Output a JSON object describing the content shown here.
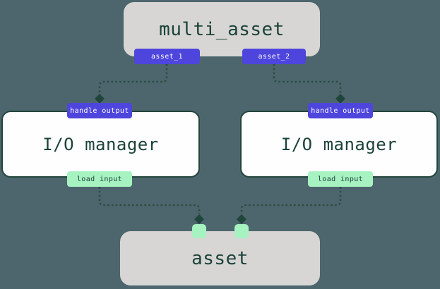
{
  "diagram": {
    "colors": {
      "background": "#4d666e",
      "node_gray_fill": "#d7d6d4",
      "node_white_fill": "#fdfefd",
      "dark_green_text": "#1c423a",
      "border_and_edge_green": "#2b4d42",
      "badge_purple": "#4e45dd",
      "badge_mint": "#a6f2c1",
      "badge_text_light": "#ffffff"
    },
    "nodes": {
      "multi_asset": {
        "label": "multi_asset",
        "outputs": [
          {
            "label": "asset_1"
          },
          {
            "label": "asset_2"
          }
        ]
      },
      "io_manager_left": {
        "label": "I/O manager",
        "input_badge": "handle output",
        "output_badge": "load input"
      },
      "io_manager_right": {
        "label": "I/O manager",
        "input_badge": "handle output",
        "output_badge": "load input"
      },
      "asset": {
        "label": "asset",
        "input_ports": 2
      }
    },
    "edges": [
      {
        "from": "multi_asset.asset_1",
        "to": "io_manager_left.handle_output",
        "style": "dotted"
      },
      {
        "from": "multi_asset.asset_2",
        "to": "io_manager_right.handle_output",
        "style": "dotted"
      },
      {
        "from": "io_manager_left.load_input",
        "to": "asset.port_left",
        "style": "dotted"
      },
      {
        "from": "io_manager_right.load_input",
        "to": "asset.port_right",
        "style": "dotted"
      }
    ]
  }
}
